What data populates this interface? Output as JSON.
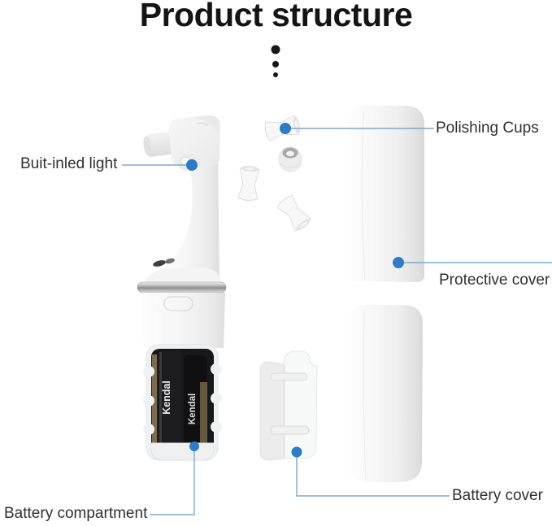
{
  "title": "Product structure",
  "decoration": {
    "ellipsis_icon": "vertical-ellipsis-dots"
  },
  "labels": {
    "built_in_light": "Buit-inled light",
    "polishing_cups": "Polishing Cups",
    "protective_cover": "Protective cover",
    "battery_compartment": "Battery compartment",
    "battery_cover": "Battery cover"
  },
  "device": {
    "battery_brand": "Kendal"
  },
  "colors": {
    "marker_blue": "#2e7bc6",
    "leader_line": "#7fa8c9",
    "title_text": "#141414",
    "label_text": "#303030",
    "background": "#ffffff"
  }
}
